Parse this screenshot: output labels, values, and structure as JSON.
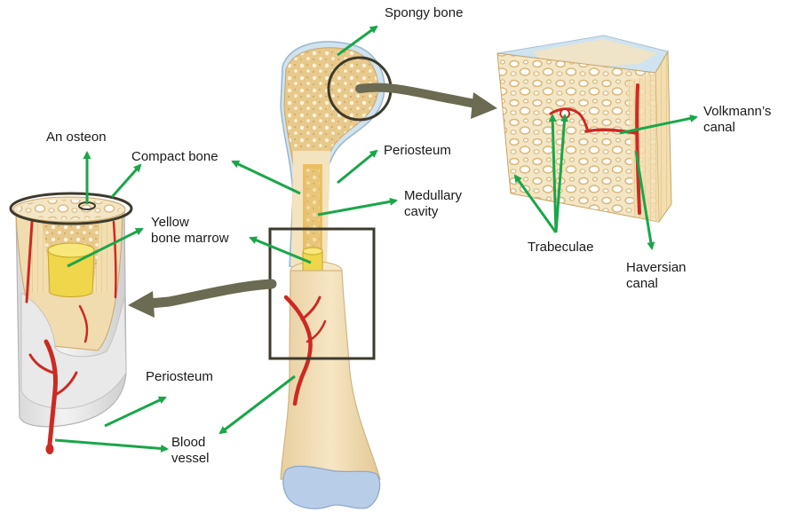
{
  "labels": {
    "spongy_bone": "Spongy bone",
    "an_osteon": "An osteon",
    "compact_bone": "Compact bone",
    "periosteum_top": "Periosteum",
    "medullary_1": "Medullary",
    "medullary_2": "cavity",
    "yellow_1": "Yellow",
    "yellow_2": "bone marrow",
    "volkmann_1": "Volkmann’s",
    "volkmann_2": "canal",
    "trabeculae": "Trabeculae",
    "haversian_1": "Haversian",
    "haversian_2": "canal",
    "periosteum_bottom": "Periosteum",
    "blood_1": "Blood",
    "blood_2": "vessel"
  },
  "colors": {
    "arrow": "#1aa64a",
    "bone": "#f2ddb3",
    "spongy": "#e8c98c",
    "marrow": "#f0d960",
    "vessel": "#cc2a22",
    "cartilage": "#b8cde8",
    "frame": "#3d3a2c",
    "callout_arrow": "#6b6a52"
  }
}
